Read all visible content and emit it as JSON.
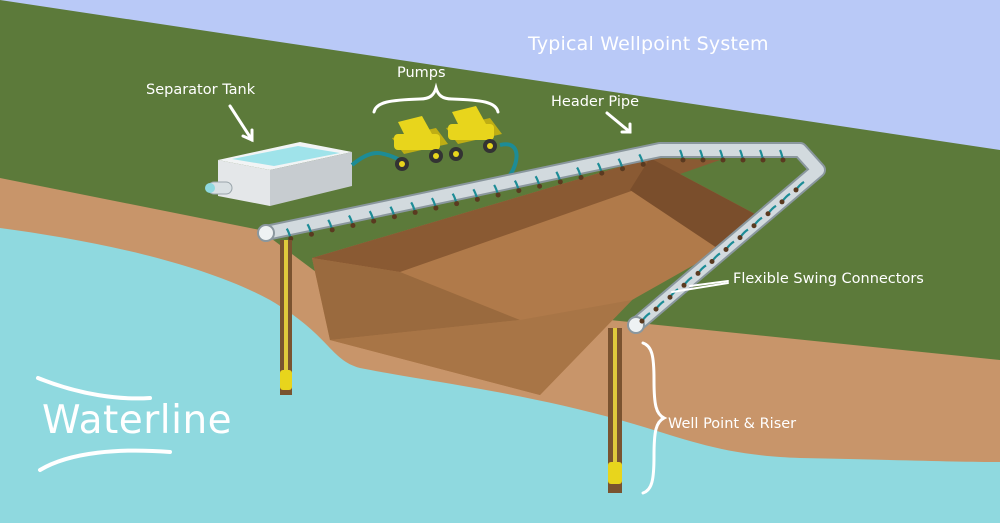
{
  "title": "Typical  Wellpoint System",
  "labels": {
    "separator_tank": "Separator Tank",
    "pumps": "Pumps",
    "header_pipe": "Header Pipe",
    "flexible_swing_connectors": "Flexible Swing Connectors",
    "well_point_riser": "Well Point & Riser"
  },
  "brand": "Waterline",
  "colors": {
    "sky": "#b9c9f7",
    "grass": "#5c7a3a",
    "soil": "#c8956a",
    "water": "#8fd9df",
    "pipe": "#c9d2d6",
    "pump": "#e8d51c",
    "connector": "#1d8c96"
  }
}
